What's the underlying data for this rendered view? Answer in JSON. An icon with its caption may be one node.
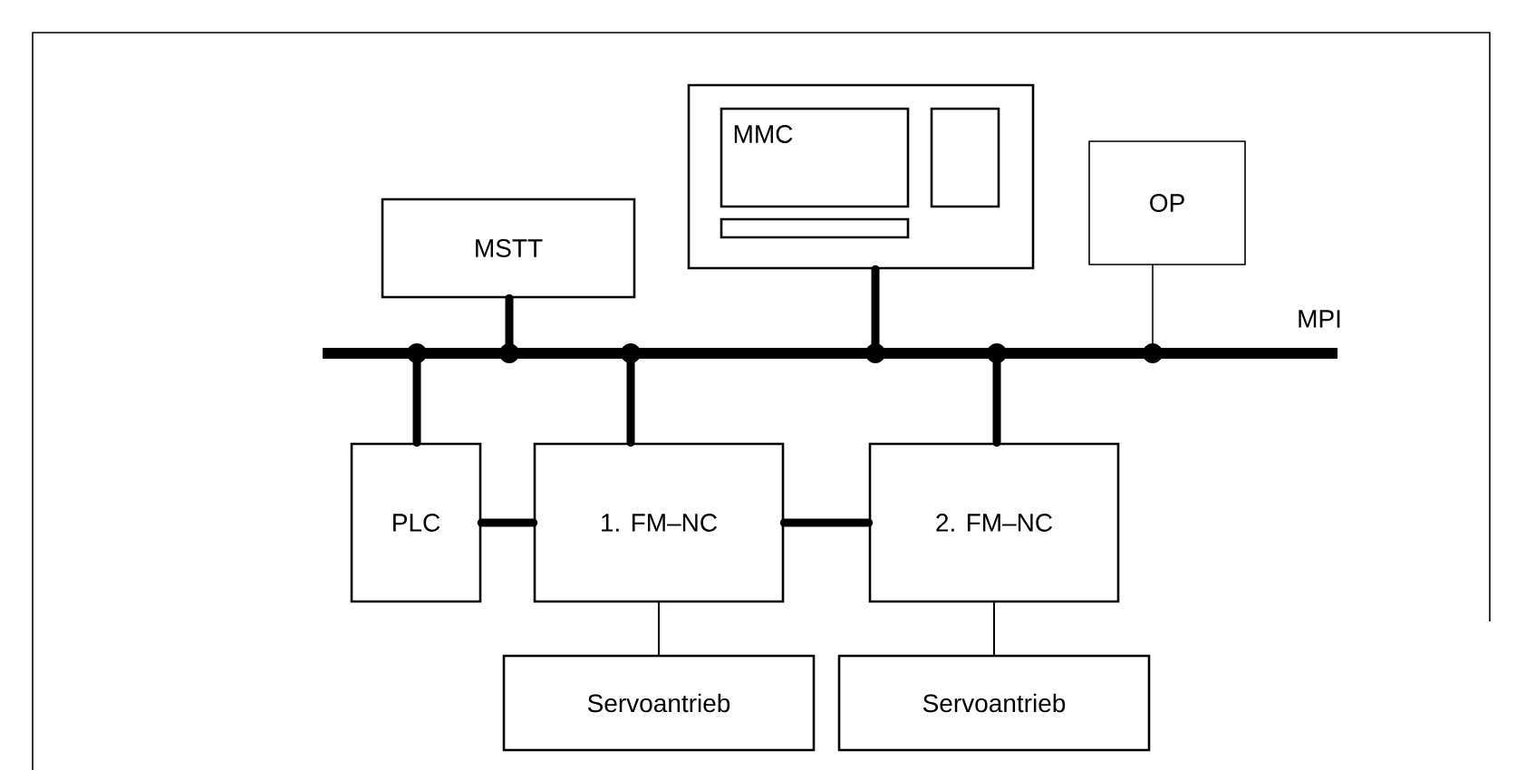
{
  "diagram": {
    "nodes": [
      {
        "text": [
          "MMC"
        ]
      },
      {
        "text": [
          "OP"
        ]
      },
      {
        "text": [
          "MSTT"
        ]
      },
      {
        "text": [
          "MPI"
        ]
      },
      {
        "text": [
          "PLC"
        ]
      },
      {
        "text": [
          "1. FM–NC"
        ]
      },
      {
        "text": [
          "2. FM–NC"
        ]
      },
      {
        "text": [
          "Servoantrieb"
        ]
      },
      {
        "text": [
          "Servoantrieb"
        ]
      }
    ],
    "edges": [
      {
        "from": 2,
        "to": 3,
        "arrow": "other"
      },
      {
        "from": 4,
        "to": 3,
        "arrow": "other"
      },
      {
        "from": 5,
        "to": 3,
        "arrow": "other"
      },
      {
        "from": 0,
        "to": 3,
        "arrow": "other"
      },
      {
        "from": 6,
        "to": 3,
        "arrow": "other"
      },
      {
        "from": 1,
        "to": 3,
        "arrow": "other"
      },
      {
        "from": 4,
        "to": 5,
        "arrow": "none"
      },
      {
        "from": 5,
        "to": 6,
        "arrow": "none"
      },
      {
        "from": 5,
        "to": 7,
        "arrow": "none"
      },
      {
        "from": 6,
        "to": 8,
        "arrow": "none"
      }
    ]
  }
}
